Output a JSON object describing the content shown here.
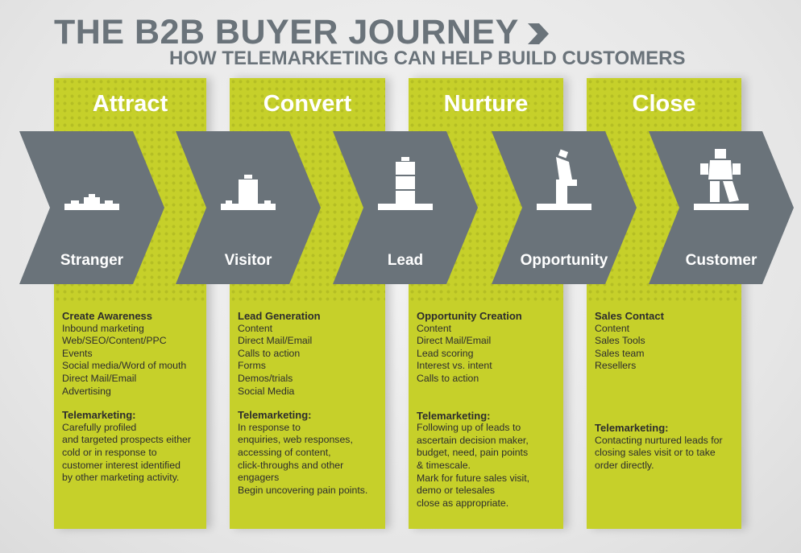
{
  "header": {
    "title": "THE B2B BUYER JOURNEY",
    "subtitle": "HOW TELEMARKETING CAN HELP BUILD CUSTOMERS"
  },
  "colors": {
    "green": "#c6d02a",
    "grey": "#6a737a"
  },
  "stages": [
    {
      "name": "Attract",
      "persona": "Stranger",
      "icon": "brick-flat-icon",
      "heading": "Create Awareness",
      "items": [
        "Inbound marketing",
        "Web/SEO/Content/PPC",
        "Events",
        "Social media/Word of mouth",
        "Direct Mail/Email",
        "Advertising"
      ],
      "tm_label": "Telemarketing:",
      "tm_lines": [
        "Carefully profiled",
        "and targeted prospects either",
        "cold or in response to",
        "customer interest identified",
        "by other marketing activity."
      ]
    },
    {
      "name": "Convert",
      "persona": "Visitor",
      "icon": "brick-block-icon",
      "heading": "Lead Generation",
      "items": [
        "Content",
        "Direct Mail/Email",
        "Calls to action",
        "Forms",
        "Demos/trials",
        "Social Media"
      ],
      "tm_label": "Telemarketing:",
      "tm_lines": [
        "In response to",
        "enquiries, web responses,",
        "accessing of content,",
        "click-throughs and other",
        "engagers",
        "Begin uncovering pain points."
      ]
    },
    {
      "name": "Nurture",
      "persona": "Lead",
      "icon": "brick-legs-icon",
      "heading": "Opportunity Creation",
      "items": [
        "Content",
        "Direct Mail/Email",
        "Lead scoring",
        "Interest vs. intent",
        "Calls to action"
      ],
      "tm_label": "Telemarketing:",
      "tm_lines": [
        "Following up of leads to",
        "ascertain decision maker,",
        "budget, need, pain points",
        "& timescale.",
        "Mark for future sales visit,",
        "demo or telesales",
        "close as appropriate."
      ]
    },
    {
      "name": "Close",
      "persona": "Customer",
      "icon": "lego-figure-icon",
      "heading": "Sales Contact",
      "items": [
        "Content",
        "Sales Tools",
        "Sales team",
        "Resellers"
      ],
      "tm_label": "Telemarketing:",
      "tm_lines": [
        "Contacting nurtured leads for",
        "closing sales visit or to take",
        "order directly."
      ]
    }
  ],
  "opportunity_label": "Opportunity"
}
